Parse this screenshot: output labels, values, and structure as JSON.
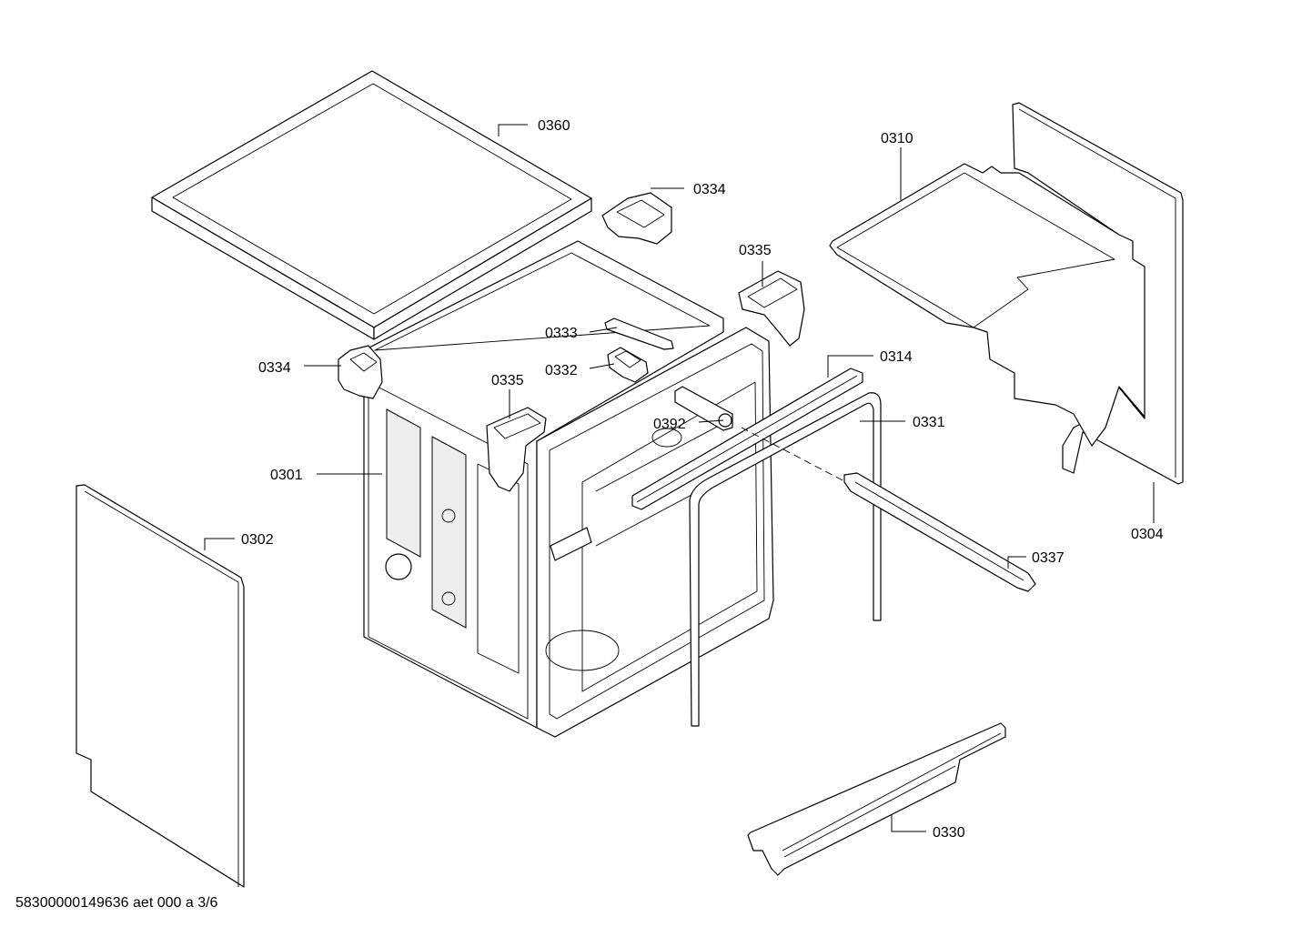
{
  "callouts": {
    "p0360": "0360",
    "p0334_top": "0334",
    "p0310": "0310",
    "p0335_right": "0335",
    "p0333": "0333",
    "p0332": "0332",
    "p0334_left": "0334",
    "p0335_left": "0335",
    "p0314": "0314",
    "p0392": "0392",
    "p0331": "0331",
    "p0301": "0301",
    "p0302": "0302",
    "p0304": "0304",
    "p0337": "0337",
    "p0330": "0330"
  },
  "footer": {
    "document_id": "58300000149636 aet 000 a 3/6"
  }
}
